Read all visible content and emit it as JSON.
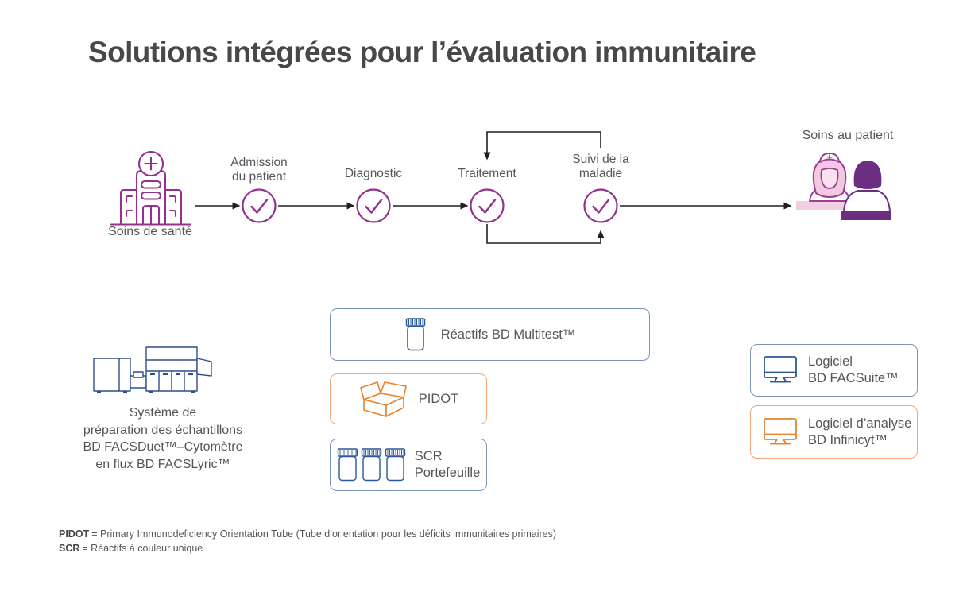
{
  "title": "Solutions intégrées pour l’évaluation immunitaire",
  "flow": {
    "source": {
      "label": "Soins de santé",
      "icon": "hospital-icon"
    },
    "steps": [
      {
        "label": "Admission\ndu patient"
      },
      {
        "label": "Diagnostic"
      },
      {
        "label": "Traitement"
      },
      {
        "label": "Suivi de la\nmaladie"
      }
    ],
    "destination": {
      "label": "Soins au patient",
      "icon": "nurse-and-patient-icon"
    }
  },
  "instrument": {
    "label": "Système de\npréparation des échantillons\nBD FACSDuet™–Cytomètre\nen flux BD FACSLyric™",
    "icon": "flow-cytometer-instrument-icon"
  },
  "reagents": [
    {
      "label": "Réactifs BD Multitest™",
      "icon": "reagent-vial-icon",
      "accent": "blue"
    },
    {
      "label": "PIDOT",
      "icon": "open-box-icon",
      "accent": "orange"
    },
    {
      "label": "SCR\nPortefeuille",
      "icon": "three-vials-icon",
      "accent": "blue"
    }
  ],
  "software": [
    {
      "label": "Logiciel\nBD FACSuite™",
      "icon": "monitor-icon",
      "accent": "blue"
    },
    {
      "label": "Logiciel d’analyse\nBD Infinicyt™",
      "icon": "monitor-icon",
      "accent": "orange"
    }
  ],
  "footnotes": [
    {
      "term": "PIDOT",
      "definition": "= Primary Immunodeficiency Orientation Tube (Tube d’orientation pour les déficits immunitaires primaires)"
    },
    {
      "term": "SCR",
      "definition": "= Réactifs à couleur unique"
    }
  ],
  "colors": {
    "purple": "#93328E",
    "dark_purple": "#6C2E83",
    "light_pink": "#F2C9E0",
    "blue_border": "#7C96BA",
    "blue_icon": "#2B5797",
    "navy_instrument": "#2D4F8C",
    "orange_border": "#F2A878",
    "orange_icon": "#E8822D",
    "arrow_black": "#231F20",
    "text_gray": "#54565B"
  }
}
